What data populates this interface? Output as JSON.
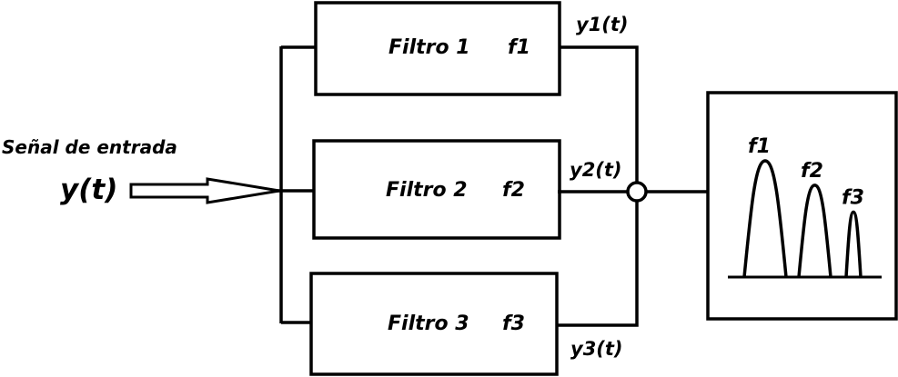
{
  "input": {
    "title": "Señal de entrada",
    "signal": "y(t)"
  },
  "filters": [
    {
      "name": "Filtro 1",
      "freq": "f1",
      "output": "y1(t)"
    },
    {
      "name": "Filtro 2",
      "freq": "f2",
      "output": "y2(t)"
    },
    {
      "name": "Filtro 3",
      "freq": "f3",
      "output": "y3(t)"
    }
  ],
  "spectrum": {
    "peaks": [
      {
        "label": "f1",
        "relative_height": 1.0
      },
      {
        "label": "f2",
        "relative_height": 0.79
      },
      {
        "label": "f3",
        "relative_height": 0.56
      }
    ]
  },
  "colors": {
    "stroke": "#000000",
    "background": "#ffffff"
  }
}
